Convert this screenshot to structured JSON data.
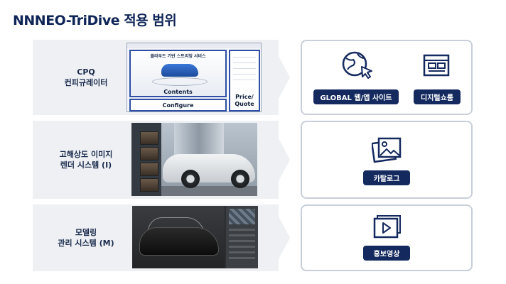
{
  "title": "NNNEO-TriDive 적용 범위",
  "rows": [
    {
      "label_lines": [
        "CPQ",
        "컨피규레이터"
      ],
      "screenshot": {
        "main_title": "클라우드 기반 스트리밍 서비스",
        "contents_label": "Contents",
        "configure_label": "Configure",
        "price_label_lines": [
          "Price/",
          "Quote"
        ]
      },
      "targets": [
        {
          "icon": "globe-cursor-icon",
          "label": "GLOBAL 웹/앱 사이트"
        },
        {
          "icon": "digital-showroom-icon",
          "label": "디지털쇼룸"
        }
      ]
    },
    {
      "label_lines": [
        "고해상도 이미지",
        "렌더 시스템 (I)"
      ],
      "targets": [
        {
          "icon": "catalog-images-icon",
          "label": "카탈로그"
        }
      ]
    },
    {
      "label_lines": [
        "모델링",
        "관리 시스템 (M)"
      ],
      "targets": [
        {
          "icon": "video-play-icon",
          "label": "홍보영상"
        }
      ]
    }
  ],
  "colors": {
    "title": "#0f2557",
    "badge_bg": "#14295e",
    "row_bg": "#eef0f3",
    "panel_border": "#c8cfd9",
    "accent_blue": "#2d4ea3"
  }
}
